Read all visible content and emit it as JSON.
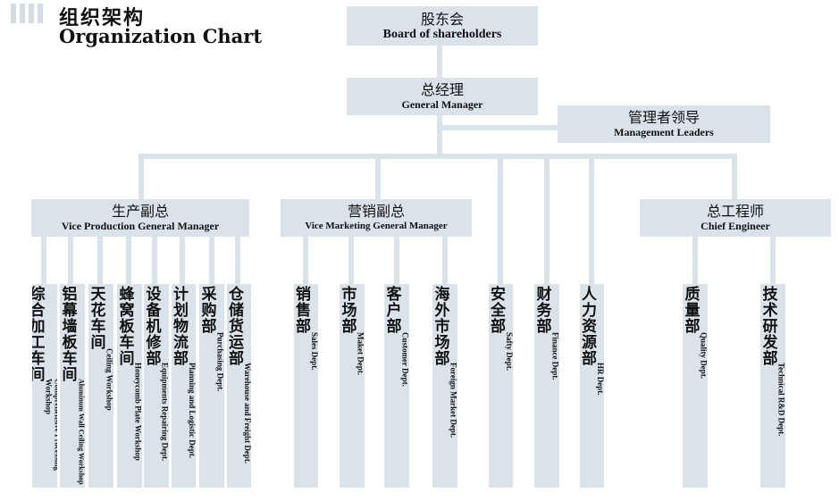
{
  "header": {
    "title_cn": "组织架构",
    "title_en": "Organization Chart"
  },
  "top": {
    "shareholders": {
      "cn": "股东会",
      "en": "Board of shareholders"
    },
    "gm": {
      "cn": "总经理",
      "en": "General Manager"
    },
    "leaders": {
      "cn": "管理者领导",
      "en": "Management Leaders"
    }
  },
  "managers": {
    "production": {
      "cn": "生产副总",
      "en": "Vice Production General Manager"
    },
    "marketing": {
      "cn": "营销副总",
      "en": "Vice Marketing General Manager"
    },
    "engineer": {
      "cn": "总工程师",
      "en": "Chief Engineer"
    }
  },
  "depts": [
    {
      "cn": "综合加工车间",
      "en": "Comprehensive Processing Workshop"
    },
    {
      "cn": "铝幕墙板车间",
      "en": "Aluminum Wall Ceiling Workshop"
    },
    {
      "cn": "天花车间",
      "en": "Ceiling Workshop"
    },
    {
      "cn": "蜂窝板车间",
      "en": "Honeycomb Plate Workshop"
    },
    {
      "cn": "设备机修部",
      "en": "Equipments Repairing Dept."
    },
    {
      "cn": "计划物流部",
      "en": "Planning and Logistic Dept."
    },
    {
      "cn": "采购部",
      "en": "Purchasing Dept."
    },
    {
      "cn": "仓储货运部",
      "en": "Warehouse and Freight Dept."
    },
    {
      "cn": "销售部",
      "en": "Sales Dept."
    },
    {
      "cn": "市场部",
      "en": "Maket Dept."
    },
    {
      "cn": "客户部",
      "en": "Customer Dept."
    },
    {
      "cn": "海外市场部",
      "en": "Foreign Market Dept."
    },
    {
      "cn": "安全部",
      "en": "Safty Dept."
    },
    {
      "cn": "财务部",
      "en": "Finance Dept."
    },
    {
      "cn": "人力资源部",
      "en": "HR Dept."
    },
    {
      "cn": "质量部",
      "en": "Quality Dept."
    },
    {
      "cn": "技术研发部",
      "en": "Technical R&D Dept."
    }
  ],
  "colors": {
    "box": "#dae3ea",
    "text": "#111111"
  }
}
